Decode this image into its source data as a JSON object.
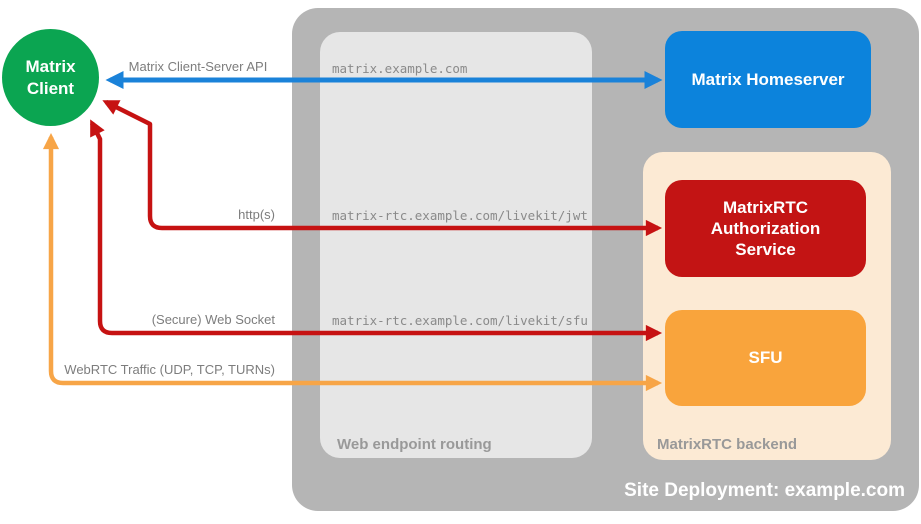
{
  "colors": {
    "green": "#0ba551",
    "blue": "#0c83dc",
    "blue-arrow": "#1a82d9",
    "red": "#c31414",
    "red-arrow": "#c61212",
    "orange": "#f9a43c",
    "orange-arrow": "#f7a547",
    "peach": "#fcead4",
    "gray-outer": "#b5b5b5",
    "gray-inner": "#e6e6e6",
    "label-gray": "#7d7d7d",
    "mono-gray": "#8a8a8a",
    "section-gray": "#999999"
  },
  "nodes": {
    "client": {
      "label": "Matrix Client"
    },
    "homeserver": {
      "label": "Matrix Homeserver"
    },
    "auth_service": {
      "label": "MatrixRTC Authorization Service"
    },
    "sfu": {
      "label": "SFU"
    }
  },
  "containers": {
    "site_deployment": {
      "label": "Site Deployment: example.com"
    },
    "web_endpoint_routing": {
      "label": "Web endpoint routing"
    },
    "matrixrtc_backend": {
      "label": "MatrixRTC backend"
    }
  },
  "arrows": [
    {
      "id": "client-server-api",
      "label": "Matrix Client-Server API",
      "endpoint": "matrix.example.com",
      "color": "blue",
      "from": "Matrix Client",
      "to": "Matrix Homeserver",
      "bidirectional": true
    },
    {
      "id": "https",
      "label": "http(s)",
      "endpoint": "matrix-rtc.example.com/livekit/jwt",
      "color": "red",
      "from": "Matrix Client",
      "to": "MatrixRTC Authorization Service",
      "bidirectional": true
    },
    {
      "id": "websocket",
      "label": "(Secure) Web Socket",
      "endpoint": "matrix-rtc.example.com/livekit/sfu",
      "color": "red",
      "from": "Matrix Client",
      "to": "SFU",
      "bidirectional": true
    },
    {
      "id": "webrtc",
      "label": "WebRTC Traffic (UDP, TCP, TURNs)",
      "endpoint": "",
      "color": "orange",
      "from": "Matrix Client",
      "to": "SFU",
      "bidirectional": true
    }
  ]
}
